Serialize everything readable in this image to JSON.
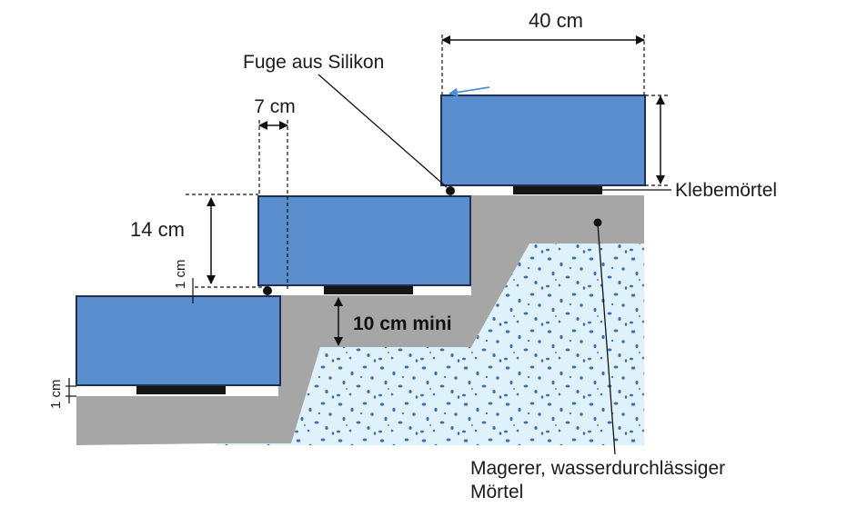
{
  "labels": {
    "width_40": "40 cm",
    "fuge": "Fuge aus Silikon",
    "depth_7": "7 cm",
    "height_14": "14 cm",
    "joint_1_upper": "1 cm",
    "joint_1_lower": "1 cm",
    "mini_10": "10 cm mini",
    "klebemoertel": "Klebemörtel",
    "magerer_line1": "Magerer, wasserdurchlässiger",
    "magerer_line2": "Mörtel"
  },
  "colors": {
    "stone_fill": "#5b8ecd",
    "stone_stroke": "#1f2f55",
    "mortar_gray": "#a6a6a6",
    "gravel_bg": "#dff1fa",
    "gravel_dots": "#3d6fad",
    "adhesive": "#151515",
    "arrow_blue": "#4a90d9"
  }
}
